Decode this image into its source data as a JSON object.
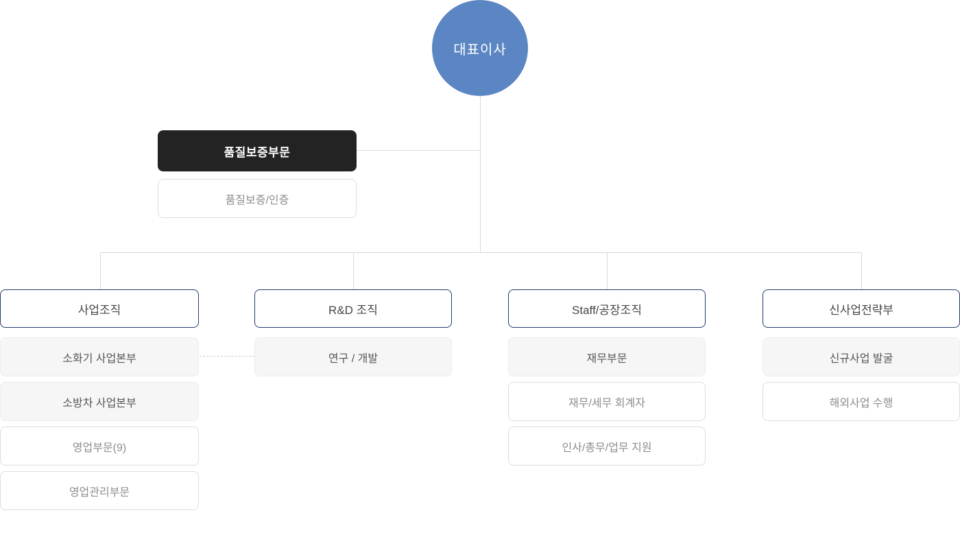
{
  "colors": {
    "ceo_circle_blue": "#5b86c3",
    "dark_branch_box": "#232323",
    "department_border_navy": "#1f3b6d",
    "connector_line": "#d9d9d9",
    "gray_item_background": "#f6f6f6",
    "gray_item_text": "#57575a",
    "white_item_text": "#8d8d8d"
  },
  "org_chart": {
    "ceo": {
      "label": "대표이사"
    },
    "quality_branch": {
      "title": "품질보증부문",
      "item": "품질보증/인증"
    },
    "columns": [
      {
        "title": "사업조직",
        "items": [
          {
            "label": "소화기 사업본부"
          },
          {
            "label": "소방차 사업본부"
          },
          {
            "label": "영업부문(9)"
          },
          {
            "label": "영업관리부문"
          }
        ]
      },
      {
        "title": "R&D 조직",
        "items": [
          {
            "label": "연구 / 개발"
          }
        ]
      },
      {
        "title": "Staff/공장조직",
        "items": [
          {
            "label": "재무부문"
          },
          {
            "label": "재무/세무 회계자"
          },
          {
            "label": "인사/총무/업무 지원"
          }
        ]
      },
      {
        "title": "신사업전략부",
        "items": [
          {
            "label": "신규사업 발굴"
          },
          {
            "label": "해외사업 수행"
          }
        ]
      }
    ]
  }
}
